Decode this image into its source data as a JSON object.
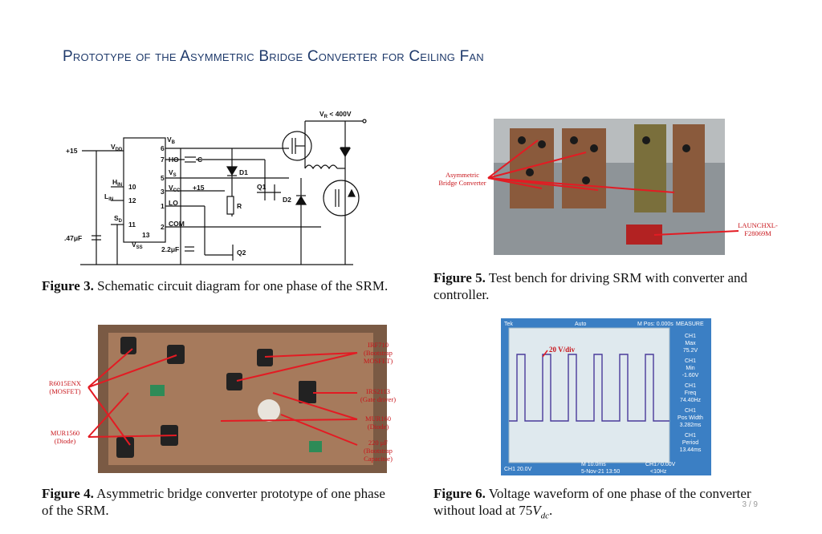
{
  "slide": {
    "title": "Prototype of the Asymmetric Bridge Converter for Ceiling Fan",
    "page_number": "3 / 9"
  },
  "figures": {
    "fig3": {
      "number": "Figure 3.",
      "caption": " Schematic circuit diagram for one phase of the SRM.",
      "labels": {
        "vr": "V",
        "vr_sub": "R",
        "vr_tail": " < 400V",
        "plus15": "+15",
        "vdd": "V",
        "vdd_sub": "DD",
        "pin6": "6",
        "pin7": "7",
        "pin5": "5",
        "pin3": "3",
        "pin1": "1",
        "pin2": "2",
        "pin10": "10",
        "pin12": "12",
        "pin11": "11",
        "pin13": "13",
        "vb": "V",
        "vb_sub": "B",
        "ho": "HO",
        "vs": "V",
        "vs_sub": "S",
        "vcc": "V",
        "vcc_sub": "CC",
        "lo": "LO",
        "com": "COM",
        "hin": "H",
        "hin_sub": "IN",
        "lin": "L",
        "lin_sub": "IN",
        "sd": "S",
        "sd_sub": "D",
        "vss": "V",
        "vss_sub": "SS",
        "c": "C",
        "d1": "D1",
        "d2": "D2",
        "q1": "Q1",
        "q2": "Q2",
        "r": "R",
        "plus15b": "+15",
        "cap47": ".47μF",
        "cap22": "2.2μF"
      }
    },
    "fig4": {
      "number": "Figure 4.",
      "caption": " Asymmetric bridge converter prototype of one phase of the SRM.",
      "labels": {
        "r6015": "R6015ENX\n(MOSFET)",
        "mur1560": "MUR1560\n(Diode)",
        "irf710": "IRF710\n(Bootstrap\nMOSFET)",
        "irs2113": "IRS2113\n(Gate driver)",
        "mur160": "MUR160\n(Diode)",
        "cap220": "220 μF\n(Bootstrap\nCapacitor)"
      }
    },
    "fig5": {
      "number": "Figure 5.",
      "caption": " Test bench for driving SRM with converter and controller.",
      "labels": {
        "abc": "Asymmetric\nBridge Converter",
        "launch": "LAUNCHXL-\nF28069M"
      }
    },
    "fig6": {
      "number": "Figure 6.",
      "caption_pre": " Voltage waveform of one phase of the converter without load at 75",
      "caption_var": "V",
      "caption_sub": "dc",
      "caption_post": ".",
      "scope": {
        "brand": "Tek",
        "mode": "Auto",
        "mpos": "M Pos: 0.000s",
        "measure": "MEASURE",
        "volts_div": "20 V/div",
        "m1": "CH1\nMax\n75.2V",
        "m2": "CH1\nMin\n-1.60V",
        "m3": "CH1\nFreq\n74.40Hz",
        "m4": "CH1\nPos Width\n3.282ms",
        "m5": "CH1\nPeriod\n13.44ms",
        "ch1": "CH1  20.0V",
        "timebase": "M 10.0ms",
        "date": "5-Nov-21 13:50",
        "trig": "CH1 ∕ 0.00V",
        "freq": "<10Hz"
      }
    }
  }
}
